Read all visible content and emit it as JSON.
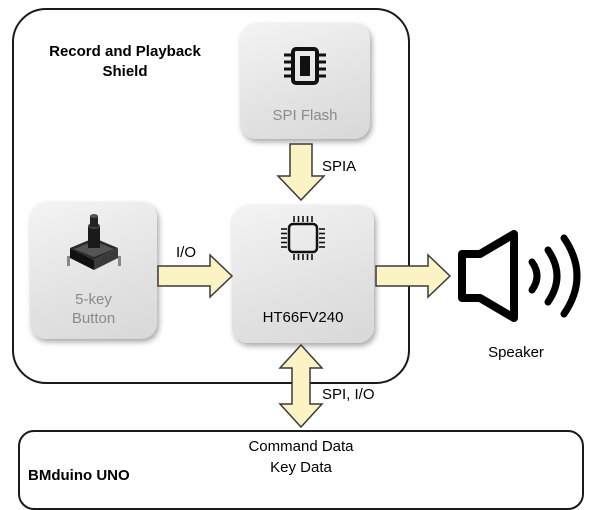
{
  "shield": {
    "title_line1": "Record and Playback",
    "title_line2": "Shield"
  },
  "flash": {
    "label": "SPI Flash"
  },
  "mcu": {
    "label": "HT66FV240"
  },
  "button": {
    "label_line1": "5-key",
    "label_line2": "Button"
  },
  "speaker": {
    "label": "Speaker"
  },
  "connections": {
    "spia": "SPIA",
    "io": "I/O",
    "spi_io": "SPI, I/O"
  },
  "uno": {
    "title": "BMduino UNO",
    "data_line1": "Command Data",
    "data_line2": "Key Data"
  },
  "colors": {
    "arrow_fill": "#fbf3c4",
    "arrow_stroke": "#3a3a3a",
    "box_gray": "#e2e2e2"
  }
}
